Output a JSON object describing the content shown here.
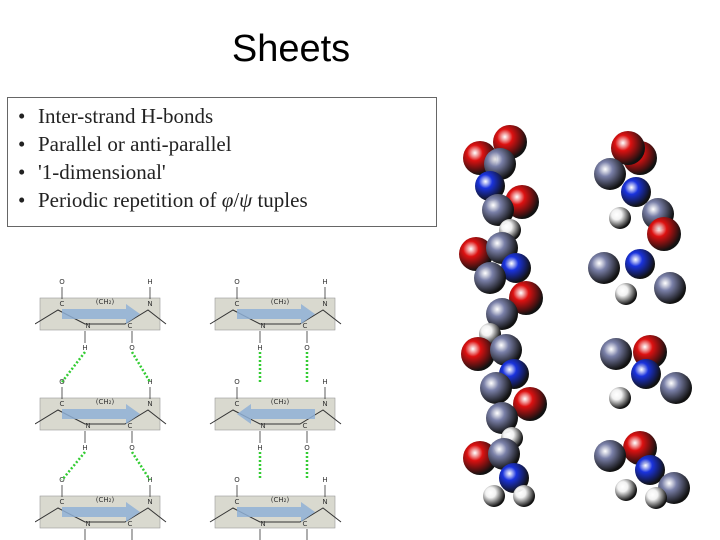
{
  "slide": {
    "title": "Sheets",
    "bullets": [
      {
        "text": "Inter-strand H-bonds"
      },
      {
        "text": "Parallel or anti-parallel"
      },
      {
        "text": "'1-dimensional'"
      },
      {
        "prefix": "Periodic repetition of ",
        "phi": "φ",
        "sep": "/",
        "psi": "ψ",
        "suffix": " tuples"
      }
    ]
  },
  "strand_labels": {
    "oxygen": "O",
    "hydrogen": "H",
    "nitrogen": "N",
    "carbon": "C",
    "group": "(CH₂)"
  },
  "colors": {
    "strand_band": "#d9d9cf",
    "arrow": "#8fb0d6",
    "hbond": "#33cc33",
    "oxygen": "#dd1111",
    "nitrogen": "#1a33dd",
    "carbon": "#7a80a8",
    "hydrogen": "#f2f2f2"
  }
}
